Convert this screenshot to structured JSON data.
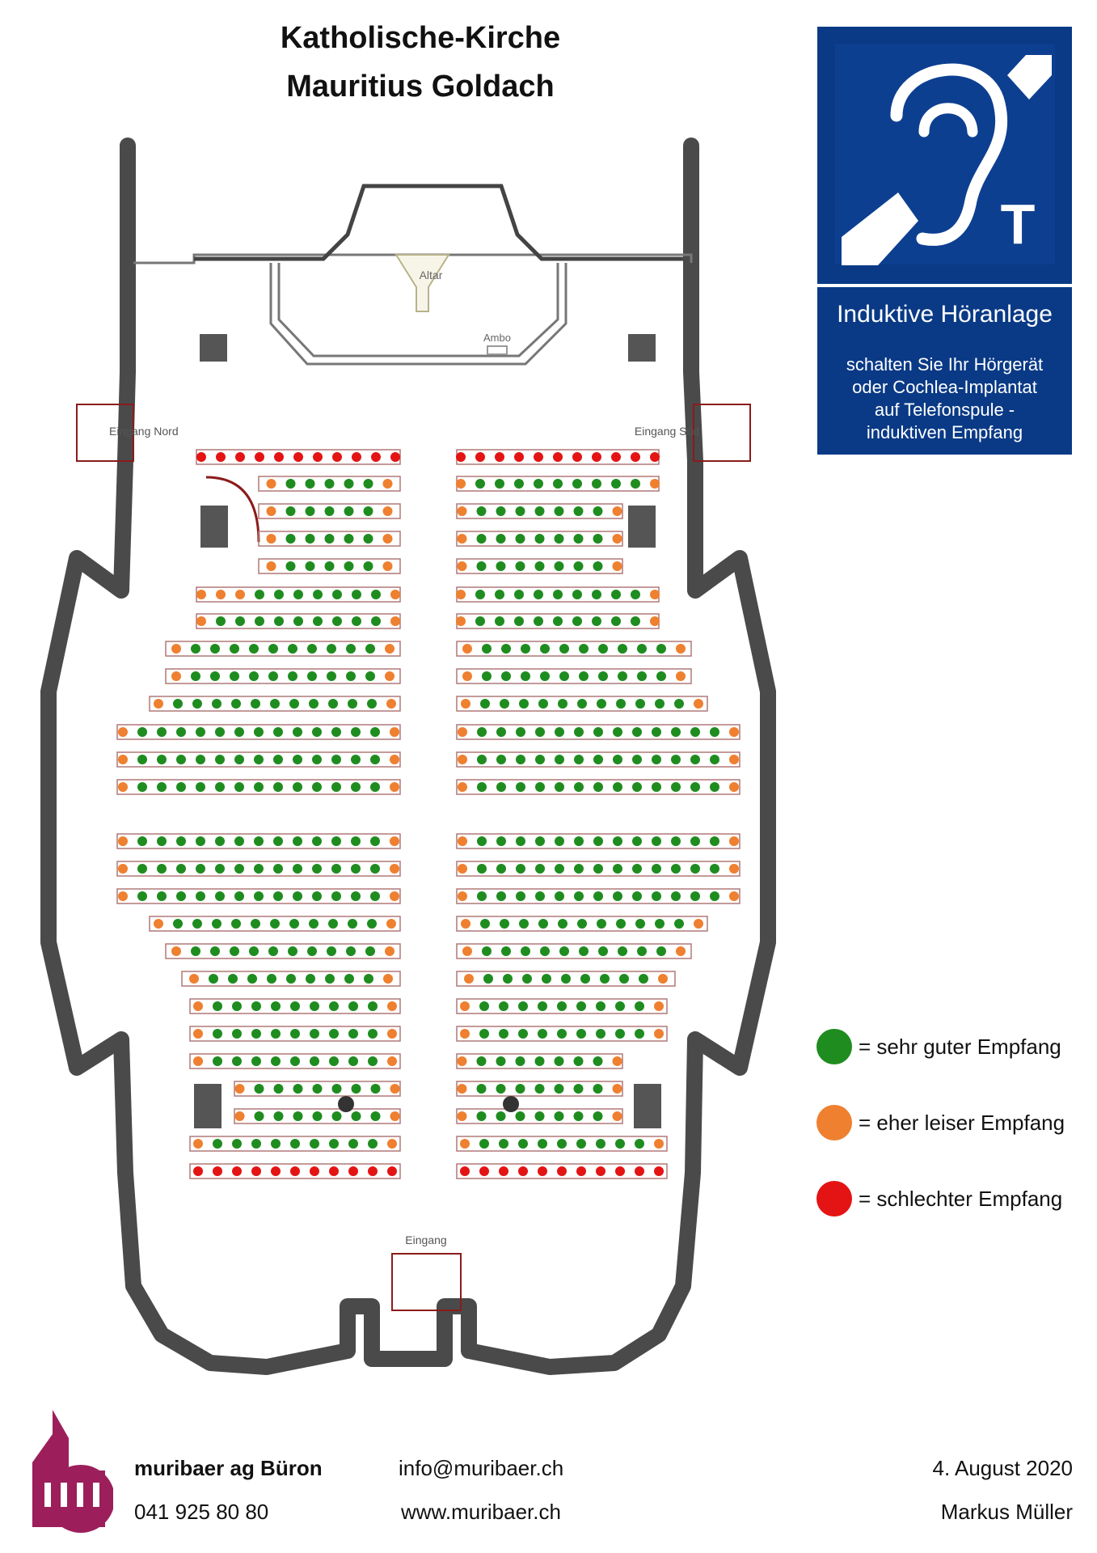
{
  "header": {
    "line1": "Katholische-Kirche",
    "line2": "Mauritius Goldach"
  },
  "sign": {
    "title": "Induktive Höranlage",
    "lines": [
      "schalten Sie Ihr Hörgerät",
      "oder Cochlea-Implantat",
      "auf Telefonspule -",
      "induktiven Empfang"
    ],
    "symbol_letter": "T",
    "color": "#0a3a86"
  },
  "plan": {
    "labels": {
      "altar": "Altar",
      "ambo": "Ambo",
      "north": "Eingang Nord",
      "south": "Eingang Süd",
      "entrance": "Eingang"
    }
  },
  "legend": [
    {
      "color": "#1f8c1f",
      "label": "= sehr guter Empfang"
    },
    {
      "color": "#ee8030",
      "label": "= eher leiser Empfang"
    },
    {
      "color": "#e41414",
      "label": "= schlechter Empfang"
    }
  ],
  "footer": {
    "company": "muribaer ag Büron",
    "phone": "041 925 80 80",
    "email": "info@muribaer.ch",
    "web": "www.muribaer.ch",
    "date": "4. August 2020",
    "author": "Markus Müller",
    "logo_color": "#9c1f5b"
  }
}
